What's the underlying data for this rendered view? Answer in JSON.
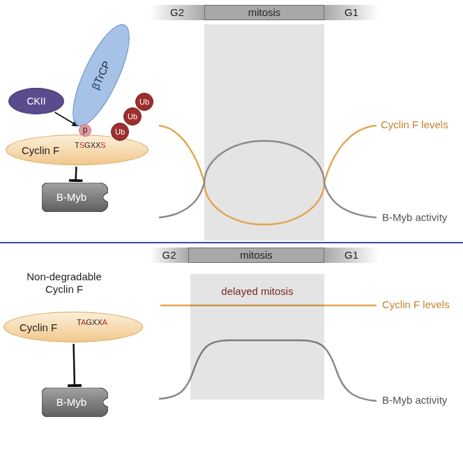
{
  "diagram": {
    "nodes": [
      {
        "text": [
          "CKII"
        ]
      },
      {
        "text": [
          "βTrCP"
        ]
      },
      {
        "text": [
          "Cyclin F",
          "TSGXXS"
        ]
      },
      {
        "text": [
          "p"
        ]
      },
      {
        "text": [
          "Ub"
        ]
      },
      {
        "text": [
          "Ub"
        ]
      },
      {
        "text": [
          "Ub"
        ]
      },
      {
        "text": [
          "B-Myb"
        ]
      },
      {
        "text": [
          "G2"
        ]
      },
      {
        "text": [
          "mitosis"
        ]
      },
      {
        "text": [
          "G1"
        ]
      },
      {
        "text": [
          "Cyclin F",
          "TAGXXA"
        ]
      },
      {
        "text": [
          "B-Myb"
        ]
      },
      {
        "text": [
          "G2"
        ]
      },
      {
        "text": [
          "mitosis"
        ]
      },
      {
        "text": [
          "G1"
        ]
      },
      {
        "text": [
          "delayed mitosis"
        ]
      }
    ],
    "edges": [
      {
        "from": 0,
        "to": 3,
        "arrow": "to"
      },
      {
        "from": 2,
        "to": 7,
        "arrow": "to"
      },
      {
        "from": 11,
        "to": 12,
        "arrow": "to"
      }
    ],
    "labels": [
      "Cyclin F levels",
      "B-Myb activity",
      "Non-degradable Cyclin F",
      "Cyclin F levels",
      "B-Myb activity"
    ]
  }
}
